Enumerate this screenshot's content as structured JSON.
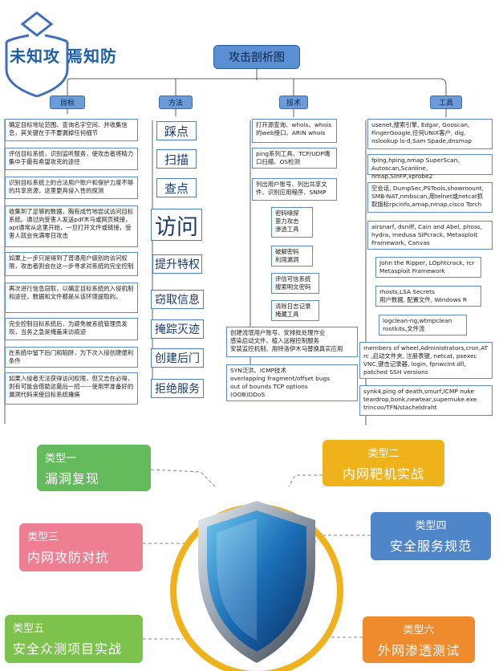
{
  "logo": {
    "text": "未知攻 焉知防"
  },
  "root": "攻击剖析图",
  "categories": {
    "goals": "目标",
    "methods": "方法",
    "tech": "技术",
    "tools": "工具"
  },
  "goals": [
    "确定目标地址范围、查询名字空间、并收集信息，其关键在于不要漏掉任何细节",
    "评估目标系统，识别监听服务，使攻击者将精力集中于最有希望攻克的途径",
    "识别目标系统上的合法用户账户和保护力度不够的共享资源，这里更具侵入性的探测",
    "收集到了足够的数据，胸有成竹地尝试访问目标系统。通过向受害人发送pdf木马或网页链接，apt通常从这里开始，一旦打开文件或链接，受害人就会充满零日攻击",
    "如果上一步只是得到了普通用户级别的访问权限，攻击者则会在这一步寻求对系统的完全控制",
    "再次进行信息窃取，以确定目标系统的入侵机制和途径，数据和文件都是从该环境提取的。",
    "完全控制目标系统后，为避免被系统管理员发现，当务之急是掩盖来访痕迹",
    "在系统中留下后门和陷阱，为下次入侵创建便利条件",
    "如果入侵者无法获得访问权限，但又志在必得，则有可能会借助这最后一招——使用早准备好的漏洞代码来使目标系统瘫痪"
  ],
  "methods": [
    "踩点",
    "扫描",
    "查点",
    "访问",
    "提升特权",
    "窃取信息",
    "掩踪灭迹",
    "创建后门",
    "拒绝服务"
  ],
  "tech": [
    "打开源查询、whois、whois的web接口、ARIN whois",
    "ping系列工具、TCP/UDP端口扫描、OS检测",
    "列出用户账号、列出共享文件、识别应用程序、SNMP",
    "密码嗅探\n蛮力攻击\n渗透工具",
    "破解密码\n利用漏洞",
    "评估可信系统\n搜索明文密码",
    "清除日志记录\n掩藏工具",
    "创建流氓用户账号、安排批处理作业\n感染启动文件、植入远程控制服务\n安装监控机制、用特洛伊木马替换真实应用",
    "SYN泛洪、ICMP技术\noverlapping fragment/offset bugs\nout of bounds TCP options\n(OOB)DDoS"
  ],
  "tools": [
    "usenet,搜索引擎, Edgar, Gooscan, FingerGoogle,任何UNIX客户, dig, nslookup ls-d,Sam Spade,dnsmap",
    "fping,hping,nmap SuperScan, Autoscan,Scanline, nmap,SinFP,xprobe2",
    "空会话, DumpSec,PSTools,showmount, SMB-NAT,nmbscan,用telnet或netcat抓取旗标rpcinfo,amap,nmap,cisco Torch",
    "airsnarf, dsniff, Cain and Abel, phoss, hydra, medusa SIPcrack, Metasploit Framework, Canvas",
    "John the Ripper, LOphtcrack, rcr Metasploit Framework",
    "rhosts,LSA Secrets\n用户数据, 配置文件, Windows R",
    "logclean-ng,wtmpclean\nrootkits,文件流",
    "members of wheel,Administrators,cron,AT rc ,启动文件夹, 注册表键, netcat, psexec VNC,键击记录器, login, fpnwclnt.dll, patched SSH versions",
    "synk4,ping of death,smurf,ICMP nuke teardrop,bonk,newtear,supernuke.exe trincoo/TFN/stacheldraht"
  ],
  "types": [
    {
      "label": "类型一",
      "name": "漏洞复现",
      "color": "#63bb5b"
    },
    {
      "label": "类型二",
      "name": "内网靶机实战",
      "color": "#f0b21b"
    },
    {
      "label": "类型三",
      "name": "内网攻防对抗",
      "color": "#ee7e92"
    },
    {
      "label": "类型四",
      "name": "安全服务规范",
      "color": "#4f86c9"
    },
    {
      "label": "类型五",
      "name": "安全众测项目实战",
      "color": "#7cc24d"
    },
    {
      "label": "类型六",
      "name": "外网渗透测试",
      "color": "#ef8a2d"
    }
  ],
  "colors": {
    "accent": "#5b8fd4",
    "logo": "#1e5ea8",
    "shield_ring": "#f0b21b"
  }
}
